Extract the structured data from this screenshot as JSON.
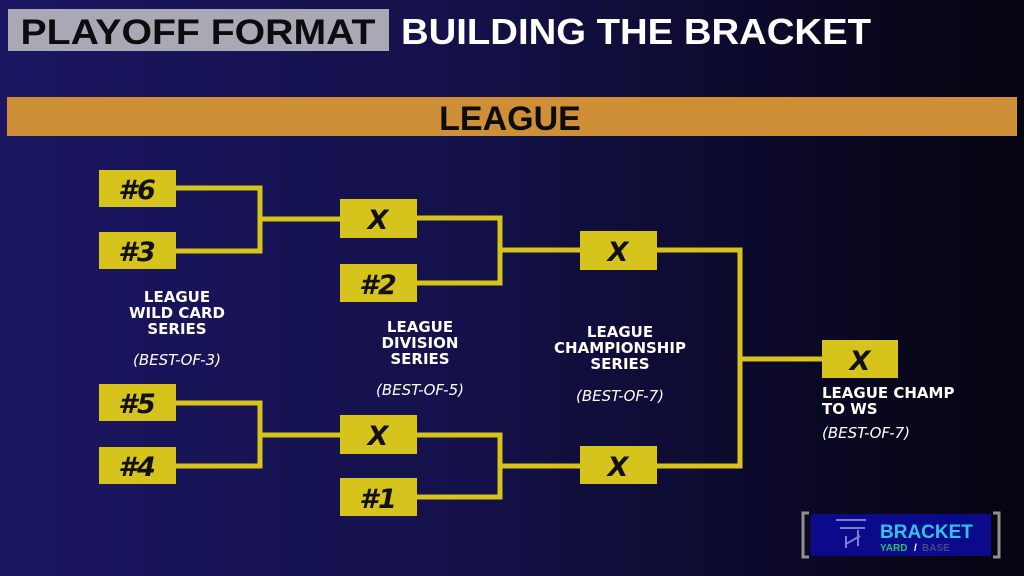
{
  "header": {
    "tag": "PLAYOFF FORMAT",
    "title": "BUILDING THE BRACKET"
  },
  "banner": {
    "label": "LEAGUE"
  },
  "seeds": {
    "s6": "#6",
    "s3": "#3",
    "s5": "#5",
    "s4": "#4",
    "s2": "#2",
    "s1": "#1"
  },
  "winner_placeholder": "X",
  "rounds": {
    "wildcard": {
      "line1": "LEAGUE",
      "line2": "WILD CARD",
      "line3": "SERIES",
      "format": "(BEST-OF-3)"
    },
    "division": {
      "line1": "LEAGUE",
      "line2": "DIVISION",
      "line3": "SERIES",
      "format": "(BEST-OF-5)"
    },
    "championship": {
      "line1": "LEAGUE",
      "line2": "CHAMPIONSHIP",
      "line3": "SERIES",
      "format": "(BEST-OF-7)"
    },
    "final": {
      "line1": "LEAGUE CHAMP",
      "line2": "TO WS",
      "format": "(BEST-OF-7)"
    }
  },
  "logo": {
    "name": "BRACKET",
    "sub1": "YARD",
    "sep": "/",
    "sub2": "BASE"
  },
  "colors": {
    "accent": "#d6c31c",
    "banner": "#cf8f36",
    "tag_bg": "#a9a9b6"
  }
}
